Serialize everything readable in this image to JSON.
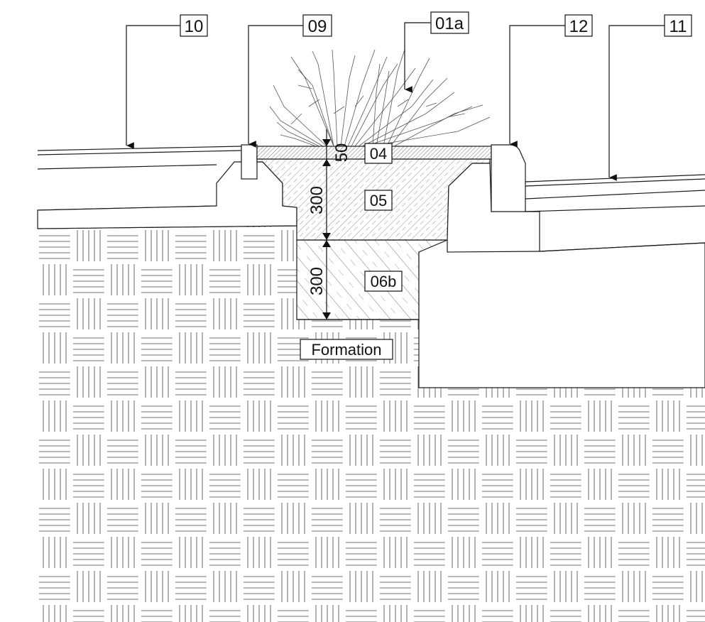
{
  "callouts": {
    "c10": "10",
    "c09": "09",
    "c01a": "01a",
    "c12": "12",
    "c11": "11"
  },
  "layers": {
    "l04": "04",
    "l05": "05",
    "l06b": "06b"
  },
  "dimensions": {
    "d50": "50",
    "d300_upper": "300",
    "d300_lower": "300"
  },
  "formation_label": "Formation",
  "colors": {
    "line": "#1a1a1a",
    "hatch": "#555555",
    "background": "#ffffff"
  }
}
